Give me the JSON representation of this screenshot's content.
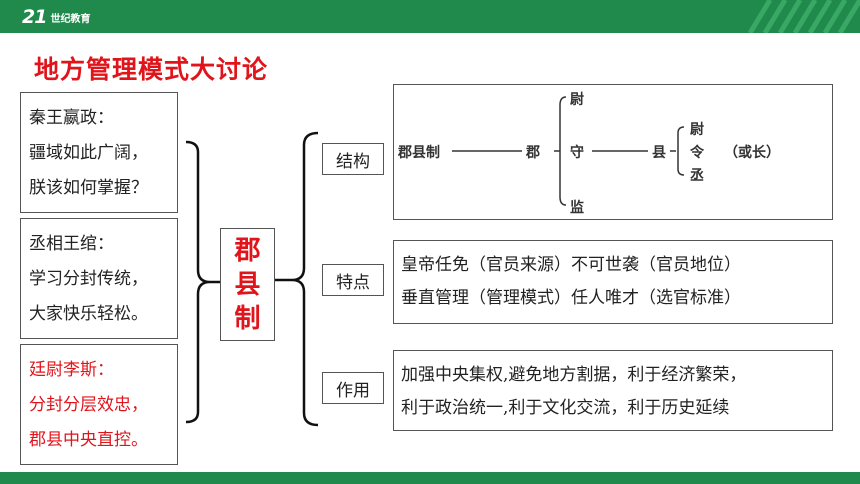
{
  "header": {
    "logo_mark": "21",
    "logo_text": "世纪教育"
  },
  "title": "地方管理模式大讨论",
  "quotes": [
    {
      "lines": [
        "秦王嬴政：",
        "疆域如此广阔，",
        "朕该如何掌握？"
      ]
    },
    {
      "lines": [
        "丞相王绾：",
        "学习分封传统，",
        "大家快乐轻松。"
      ]
    },
    {
      "lines": [
        "廷尉李斯：",
        "分封分层效忠，",
        "郡县中央直控。"
      ]
    }
  ],
  "center": [
    "郡",
    "县",
    "制"
  ],
  "labels": {
    "structure": "结构",
    "features": "特点",
    "role": "作用"
  },
  "diagram": {
    "root": "郡县制",
    "jun": "郡",
    "jun_officials": [
      "尉",
      "守",
      "监"
    ],
    "xian": "县",
    "xian_officials": [
      "尉",
      "令",
      "丞"
    ],
    "note": "（或长）"
  },
  "features": [
    "皇帝任免（官员来源）不可世袭（官员地位）",
    "垂直管理（管理模式）任人唯才（选官标准）"
  ],
  "role": [
    "加强中央集权,避免地方割据，利于经济繁荣，",
    "利于政治统一,利于文化交流，利于历史延续"
  ],
  "colors": {
    "accent_green": "#1f8a4c",
    "accent_red": "#e0141b"
  }
}
